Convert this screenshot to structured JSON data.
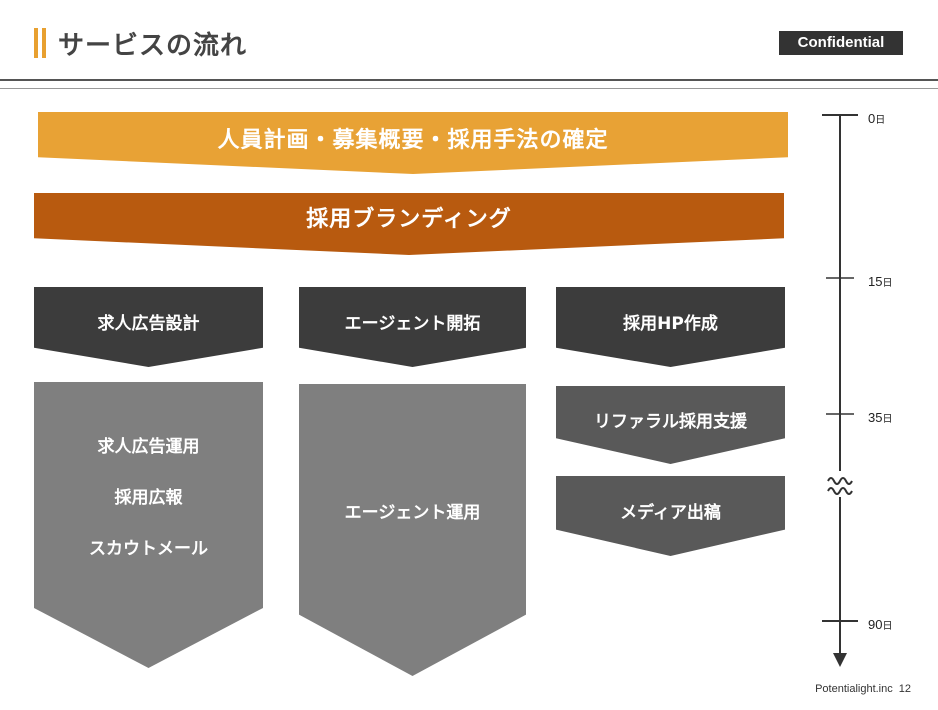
{
  "header": {
    "title": "サービスの流れ",
    "badge": "Confidential"
  },
  "banners": {
    "top": "人員計画・募集概要・採用手法の確定",
    "branding": "採用ブランディング"
  },
  "columns": [
    {
      "header": "求人広告設計",
      "body": [
        "求人広告運用",
        "採用広報",
        "スカウトメール"
      ]
    },
    {
      "header": "エージェント開拓",
      "body": [
        "エージェント運用"
      ]
    },
    {
      "header": "採用HP作成",
      "sub_steps": [
        "リファラル採用支援",
        "メディア出稿"
      ]
    }
  ],
  "timeline": {
    "ticks": [
      {
        "num": "0",
        "unit": "日"
      },
      {
        "num": "15",
        "unit": "日"
      },
      {
        "num": "35",
        "unit": "日"
      },
      {
        "num": "90",
        "unit": "日"
      }
    ]
  },
  "footer": {
    "company": "Potentialight.inc",
    "page_number": "12"
  },
  "colors": {
    "accent_orange": "#e8a235",
    "branding_brown": "#b85a0f",
    "dark_box": "#3c3c3c",
    "mid_box": "#595959",
    "grey_box": "#7f7f7f"
  }
}
